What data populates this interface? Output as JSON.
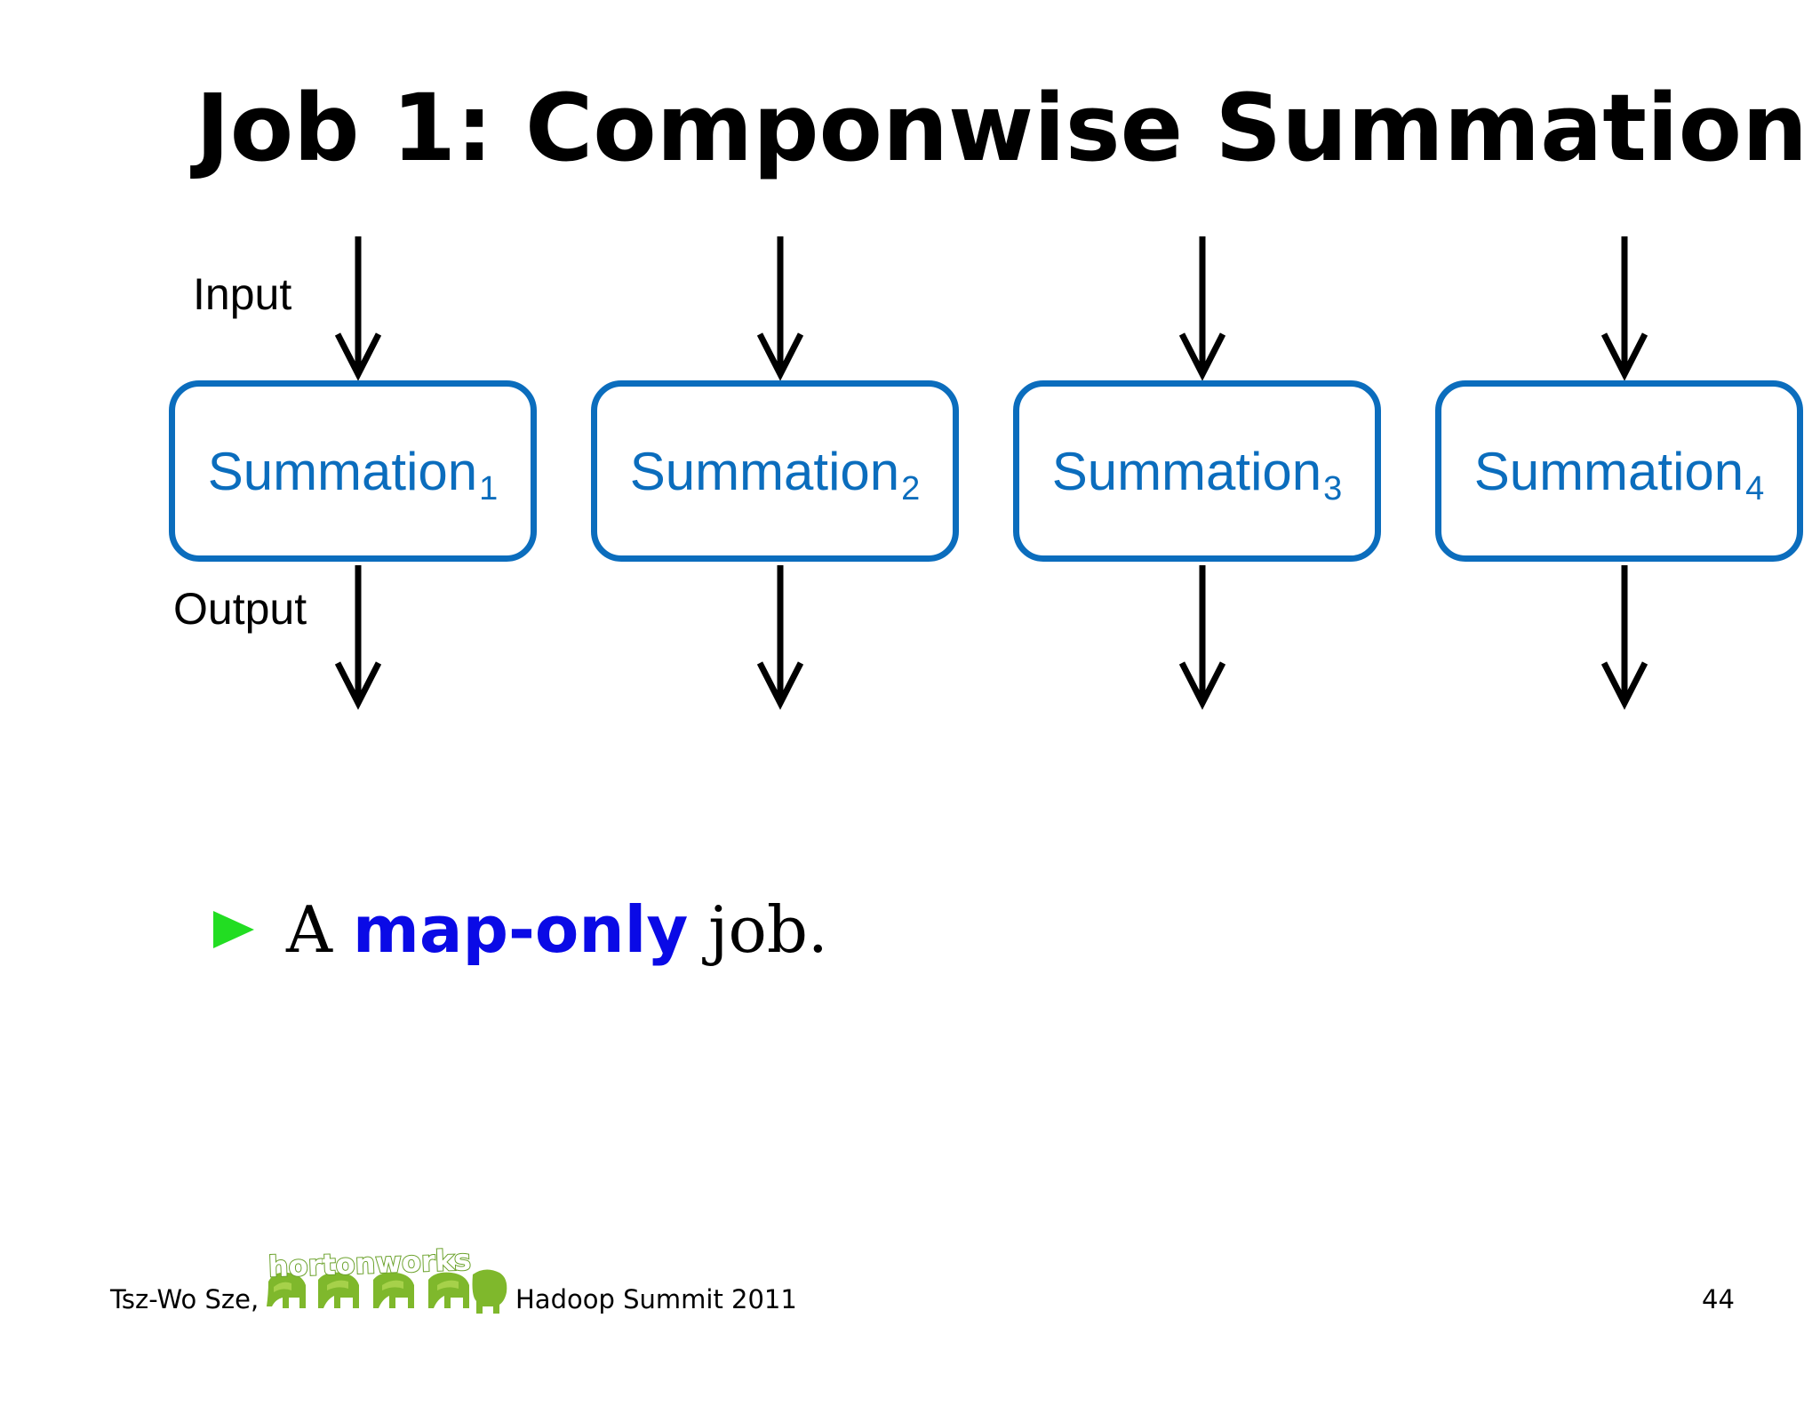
{
  "title": "Job 1:  Componwise Summation",
  "labels": {
    "input": "Input",
    "output": "Output"
  },
  "boxes": [
    {
      "name": "Summation",
      "sub": "1"
    },
    {
      "name": "Summation",
      "sub": "2"
    },
    {
      "name": "Summation",
      "sub": "3"
    },
    {
      "name": "Summation",
      "sub": "4"
    }
  ],
  "bullet": {
    "prefix": "A",
    "emphasis": "map-only",
    "suffix": "job."
  },
  "footer": {
    "author": "Tsz-Wo Sze,",
    "logo_text": "hortonworks",
    "event": "Hadoop Summit 2011",
    "page": "44"
  },
  "colors": {
    "box_border": "#0b6dbd",
    "box_text": "#0b6dbd",
    "emphasis": "#0a0ae6",
    "bullet_marker": "#22dd22",
    "logo_green": "#8cc63f"
  }
}
